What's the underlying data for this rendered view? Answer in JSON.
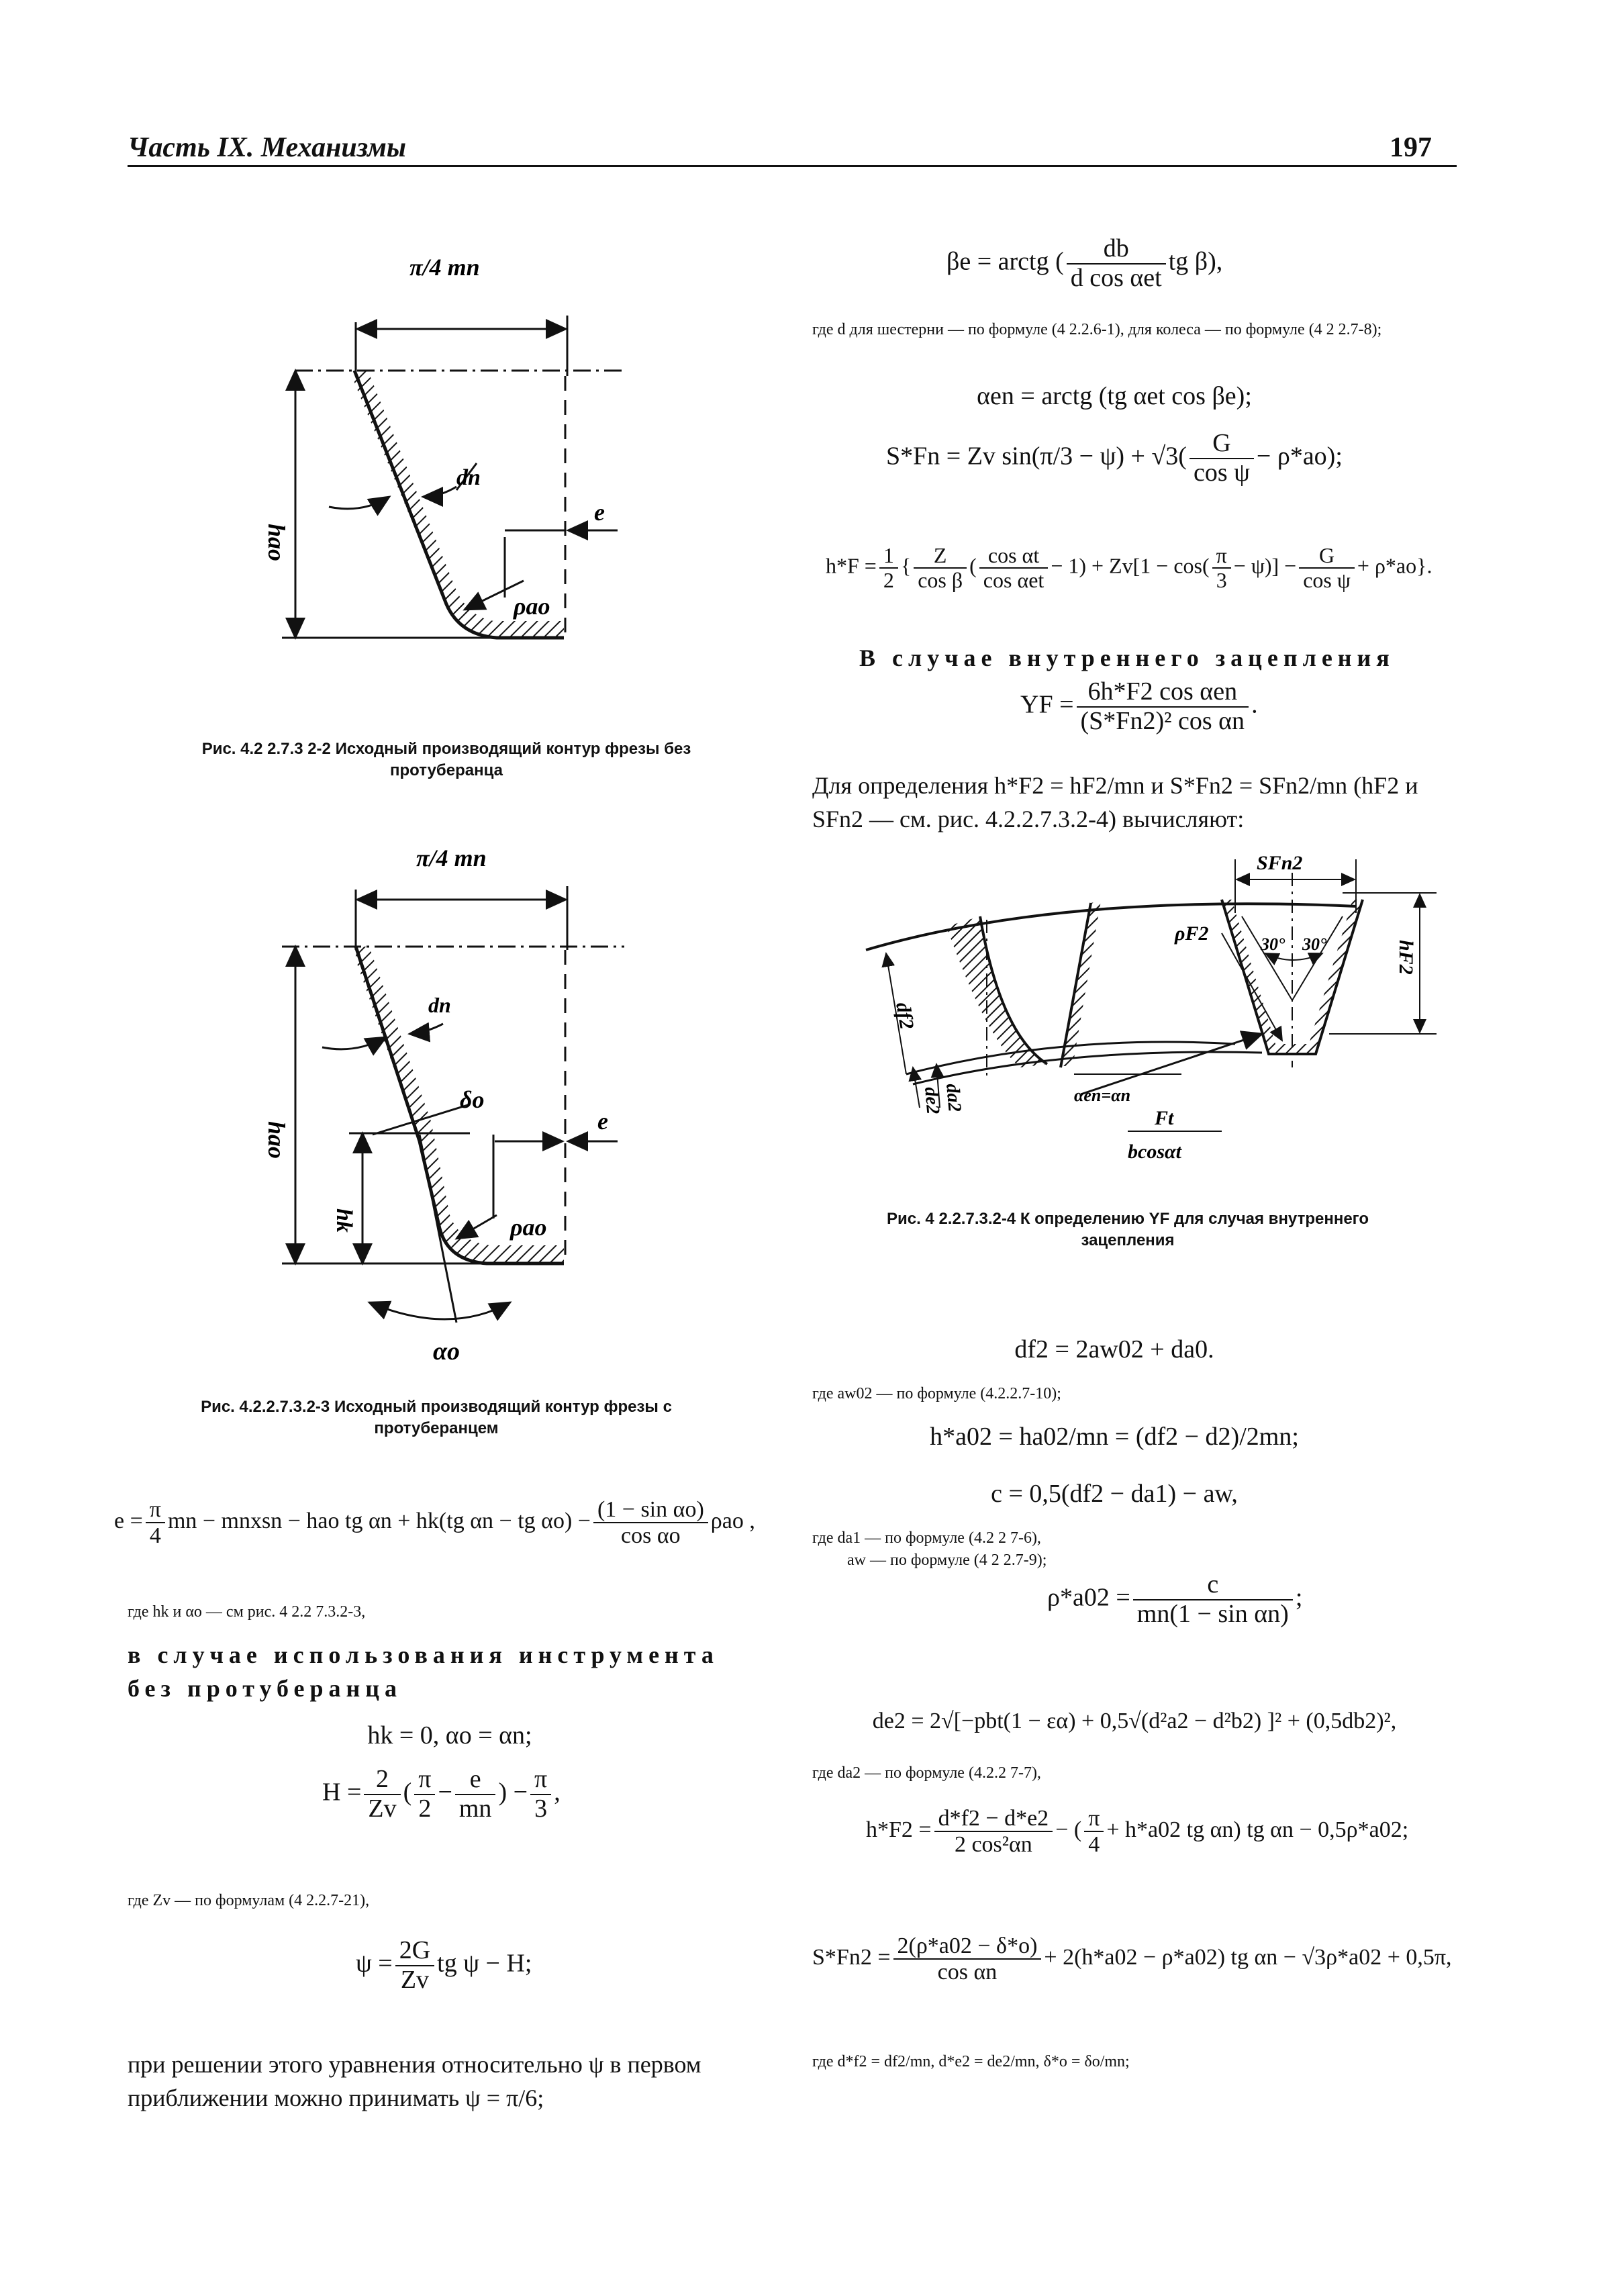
{
  "header": {
    "title": "Часть IX. Механизмы",
    "page_number": "197"
  },
  "fig2": {
    "caption": "Рис. 4.2 2.7.3 2-2 Исходный производящий контур фрезы без протуберанца",
    "labels": {
      "top": "π/4 mn",
      "hao": "hao",
      "dn": "dn",
      "e": "e",
      "rho": "ρao"
    }
  },
  "fig3": {
    "caption": "Рис. 4.2.2.7.3.2-3 Исходный производящий контур фрезы с протуберанцем",
    "labels": {
      "top": "π/4 mn",
      "hao": "hao",
      "dn": "dn",
      "delta": "δo",
      "e": "e",
      "hk": "hk",
      "rho": "ρao",
      "alpha": "αo"
    }
  },
  "fig4": {
    "caption": "Рис. 4 2.2.7.3.2-4 К определению YF для случая внутреннего зацепления",
    "labels": {
      "sfn": "SFn2",
      "rho": "ρF2",
      "a1": "30°",
      "a2": "30°",
      "hf": "hF2",
      "df": "df2",
      "de": "de2",
      "da": "da2",
      "alpha": "αen=αn",
      "ft": "Ft",
      "bcos": "bcosαt"
    }
  },
  "left": {
    "e_formula": {
      "lhs": "e =",
      "pi": "π",
      "four": "4",
      "mid": "mn − mnxsn − hao tg αn + hk(tg αn − tg αo) −",
      "num": "(1 − sin αo)",
      "den": "cos αo",
      "tail": "ρao ,"
    },
    "note1": "где hk и αo — см рис. 4 2.2 7.3.2-3,",
    "para1": "в случае использования инструмента без протуберанца",
    "hk_formula": "hk = 0,  αo = αn;",
    "H_formula": {
      "lhs": "H =",
      "n1": "2",
      "d1": "Zv",
      "open": "(",
      "pi": "π",
      "two": "2",
      "minus": "−",
      "e": "e",
      "mn": "mn",
      "close": ") −",
      "pi2": "π",
      "three": "3",
      "tail": ","
    },
    "note2": "где Zv — по формулам (4 2.2.7-21),",
    "psi_formula": {
      "lhs": "ψ =",
      "num": "2G",
      "den": "Zv",
      "tail": "tg ψ − H;"
    },
    "para2": "при решении этого уравнения относительно ψ в первом приближении можно принимать ψ = π/6;"
  },
  "right": {
    "beta_formula": {
      "lhs": "βe = arctg (",
      "num": "db",
      "den": "d cos αet",
      "tail": "tg β),"
    },
    "note1": "где    d для шестерни — по формуле (4 2.2.6-1), для колеса — по формуле (4 2 2.7-8);",
    "alpha_formula": "αen = arctg (tg αet cos βe);",
    "sfn_formula": {
      "lhs": "S*Fn = Zv sin(π/3 − ψ) + √3(",
      "num": "G",
      "den": "cos ψ",
      "tail": "− ρ*ao);"
    },
    "hf_formula": {
      "lhs": "h*F =",
      "half_n": "1",
      "half_d": "2",
      "b1": "{",
      "z_n": "Z",
      "z_d": "cos β",
      "c_n": "cos αt",
      "c_d": "cos αet",
      "mid": "− 1) + Zv[1 − cos(",
      "pi": "π",
      "three": "3",
      "mid2": "− ψ)] −",
      "g_n": "G",
      "g_d": "cos ψ",
      "tail": "+ ρ*ao}."
    },
    "para_int": "В случае внутреннего зацепления",
    "yf_formula": {
      "lhs": "YF =",
      "num": "6h*F2 cos αen",
      "den": "(S*Fn2)² cos αn",
      "tail": "."
    },
    "para_def": "Для определения h*F2 = hF2/mn и S*Fn2 = SFn2/mn (hF2 и SFn2 — см. рис. 4.2.2.7.3.2-4) вычисляют:",
    "df_formula": "df2 = 2aw02 + da0.",
    "note2": "где aw02 — по формуле (4.2.2.7-10);",
    "ha_formula": "h*a02 = ha02/mn = (df2 − d2)/2mn;",
    "c_formula": "c = 0,5(df2 − da1) − aw,",
    "note3": "где da1 — по формуле (4.2 2 7-6),",
    "note4": "aw — по формуле (4 2 2.7-9);",
    "rho_formula": {
      "lhs": "ρ*a02 =",
      "num": "c",
      "den": "mn(1 − sin αn)",
      "tail": ";"
    },
    "de_formula": "de2 = 2√[−pbt(1 − εα) + 0,5√(d²a2 − d²b2) ]² + (0,5db2)²,",
    "note5": "где da2 — по формуле (4.2.2 7-7),",
    "hf2_formula": {
      "lhs": "h*F2 =",
      "num": "d*f2 − d*e2",
      "den": "2 cos²αn",
      "mid": "− (",
      "pi": "π",
      "four": "4",
      "tail": "+ h*a02 tg αn) tg αn − 0,5ρ*a02;"
    },
    "sfn2_formula": {
      "lhs": "S*Fn2 =",
      "num": "2(ρ*a02 − δ*o)",
      "den": "cos αn",
      "tail": "+ 2(h*a02 − ρ*a02) tg αn − √3ρ*a02 + 0,5π,"
    },
    "note6": "где d*f2 = df2/mn, d*e2 = de2/mn, δ*o = δo/mn;"
  },
  "colors": {
    "ink": "#111111",
    "paper": "#ffffff"
  }
}
